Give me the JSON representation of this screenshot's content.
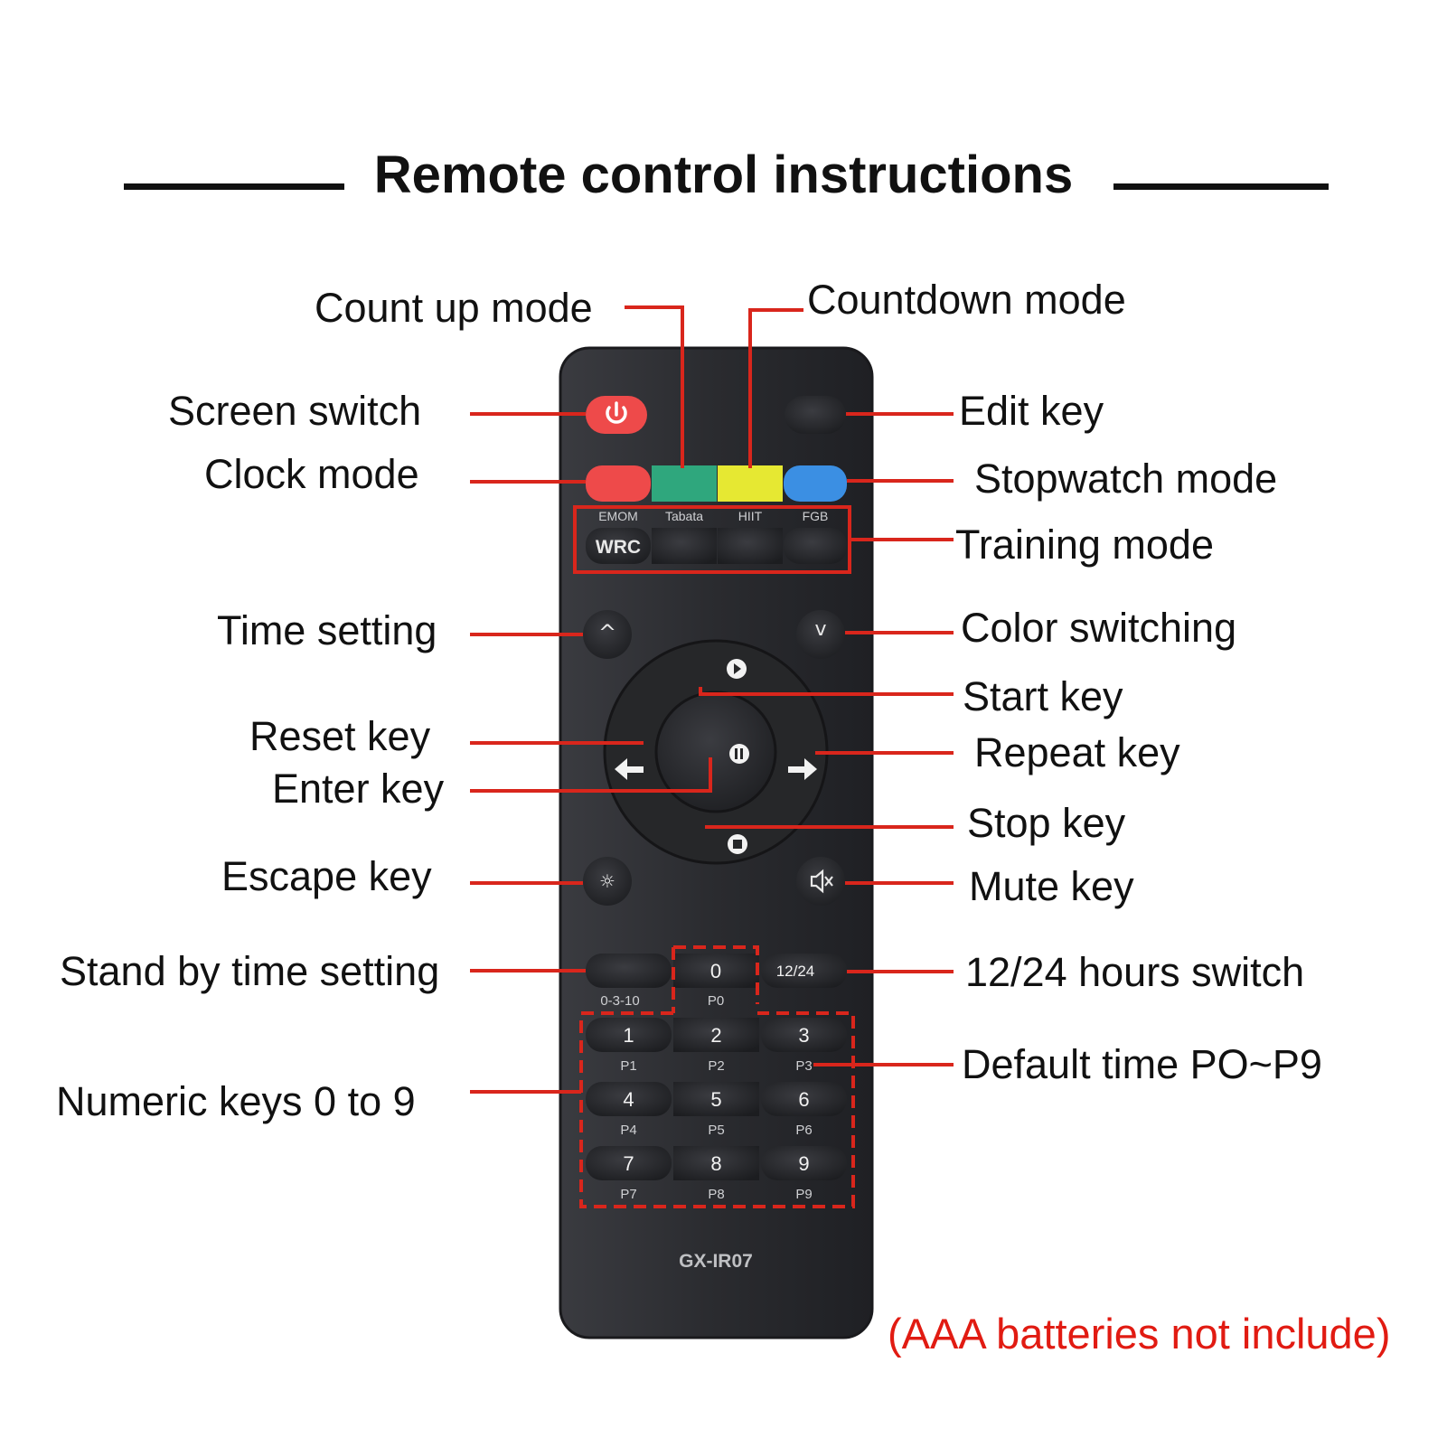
{
  "title": "Remote control instructions",
  "model": "GX-IR07",
  "note": "(AAA batteries not include)",
  "colors": {
    "accent_red": "#d9261c",
    "remote_body": "#2b2c30",
    "button_red": "#ee4a4a",
    "button_green": "#2fa77d",
    "button_yellow": "#e6e832",
    "button_blue": "#3b8fe3"
  },
  "labels_left": {
    "count_up": "Count up mode",
    "screen_switch": "Screen switch",
    "clock_mode": "Clock mode",
    "time_setting": "Time setting",
    "reset_key": "Reset key",
    "enter_key": "Enter key",
    "escape_key": "Escape key",
    "standby": "Stand by time setting",
    "numeric": "Numeric keys 0 to 9"
  },
  "labels_right": {
    "countdown": "Countdown mode",
    "edit_key": "Edit key",
    "stopwatch": "Stopwatch mode",
    "training": "Training mode",
    "color_switching": "Color switching",
    "start_key": "Start key",
    "repeat_key": "Repeat key",
    "stop_key": "Stop key",
    "mute_key": "Mute key",
    "hours_switch": "12/24 hours switch",
    "default_time": "Default time PO~P9"
  },
  "remote": {
    "training_tags": [
      "EMOM",
      "Tabata",
      "HIIT",
      "FGB"
    ],
    "wrc": "WRC",
    "up_glyph": "^",
    "down_glyph": "v",
    "standby_tag": "0-3-10",
    "zero_key": "0",
    "zero_tag": "P0",
    "hours_key": "12/24",
    "num_keys": [
      "1",
      "2",
      "3",
      "4",
      "5",
      "6",
      "7",
      "8",
      "9"
    ],
    "num_tags": [
      "P1",
      "P2",
      "P3",
      "P4",
      "P5",
      "P6",
      "P7",
      "P8",
      "P9"
    ]
  }
}
